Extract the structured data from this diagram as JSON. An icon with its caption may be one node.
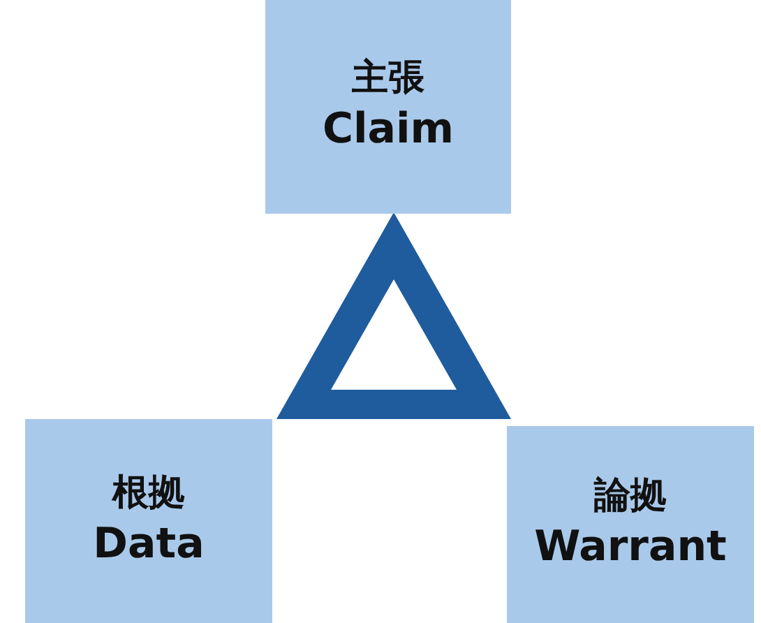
{
  "diagram": {
    "nodes": [
      {
        "text": [
          "主張",
          "Claim"
        ]
      },
      {
        "text": [
          "根拠",
          "Data"
        ]
      },
      {
        "text": [
          "論拠",
          "Warrant"
        ]
      }
    ]
  }
}
